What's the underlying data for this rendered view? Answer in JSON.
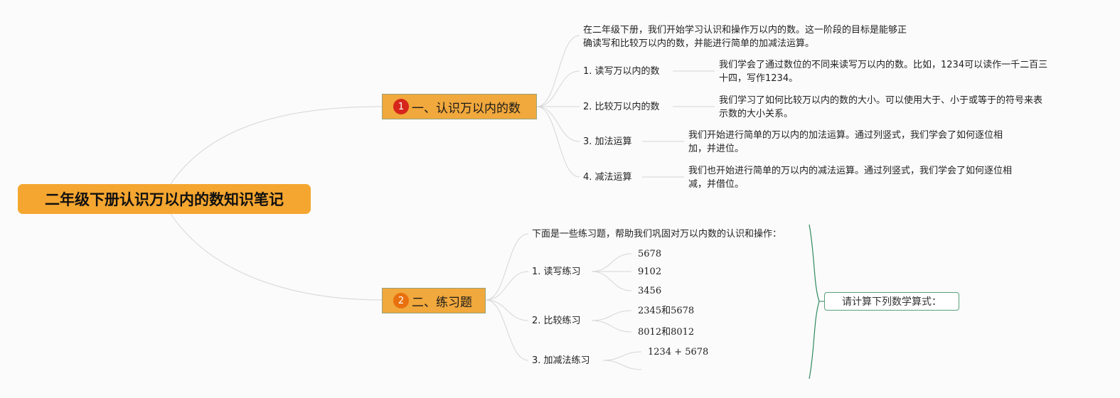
{
  "root": {
    "title": "二年级下册认识万以内的数知识笔记"
  },
  "branch1": {
    "badge": "1",
    "title": "一、认识万以内的数",
    "intro": [
      "在二年级下册，我们开始学习认识和操作万以内的数。这一阶段的目标是能够正",
      "确读写和比较万以内的数，并能进行简单的加减法运算。"
    ],
    "items": [
      {
        "label": "1. 读写万以内的数",
        "desc": [
          "我们学会了通过数位的不同来读写万以内的数。比如，1234可以读作一千二百三",
          "十四，写作1234。"
        ]
      },
      {
        "label": "2. 比较万以内的数",
        "desc": [
          "我们学习了如何比较万以内的数的大小。可以使用大于、小于或等于的符号来表",
          "示数的大小关系。"
        ]
      },
      {
        "label": "3. 加法运算",
        "desc": [
          "我们开始进行简单的万以内的加法运算。通过列竖式，我们学会了如何逐位相",
          "加，并进位。"
        ]
      },
      {
        "label": "4. 减法运算",
        "desc": [
          "我们也开始进行简单的万以内的减法运算。通过列竖式，我们学会了如何逐位相",
          "减，并借位。"
        ]
      }
    ]
  },
  "branch2": {
    "badge": "2",
    "title": "二、练习题",
    "intro": "下面是一些练习题，帮助我们巩固对万以内数的认识和操作：",
    "items": [
      {
        "label": "1. 读写练习",
        "children": [
          "5678",
          "9102",
          "3456"
        ]
      },
      {
        "label": "2. 比较练习",
        "children": [
          "2345和5678",
          "8012和8012"
        ]
      },
      {
        "label": "3. 加减法练习",
        "children": [
          "1234 + 5678",
          ""
        ]
      }
    ],
    "note": "请计算下列数学算式："
  },
  "colors": {
    "root": "#f5a630",
    "branch": "#f1a83c",
    "badge1": "#d6261b",
    "badge2": "#e9700f",
    "bracket": "#2f8a5e"
  }
}
